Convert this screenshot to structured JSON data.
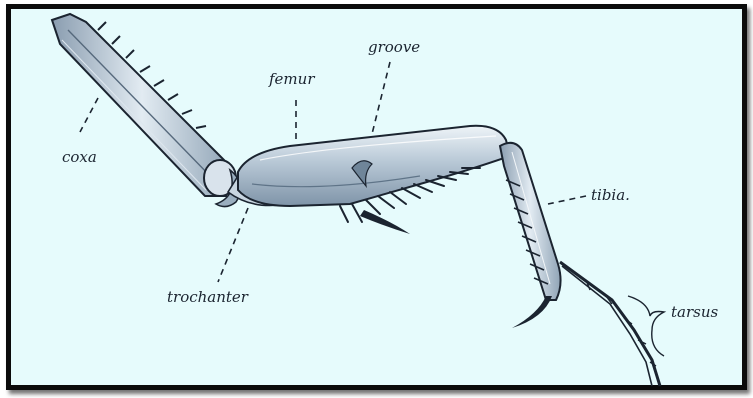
{
  "labels": {
    "coxa": "coxa",
    "femur": "femur",
    "groove": "groove",
    "tibia": "tibia.",
    "trochanter": "trochanter",
    "tarsus": "tarsus"
  },
  "colors": {
    "background": "#e6fbfc",
    "frame": "#0b0b0b",
    "ink": "#1b2430",
    "segment_fill": "#c6d4df",
    "segment_shade": "#8ea2b3"
  }
}
